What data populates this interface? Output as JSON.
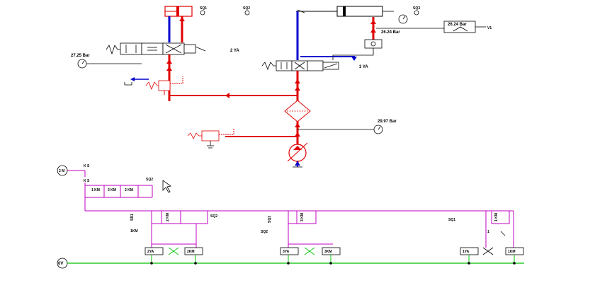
{
  "colors": {
    "pressure": "#e00000",
    "return": "#0000cc",
    "electric": "#c000c0",
    "zero_volt": "#00c000",
    "symbol": "#000000",
    "gauge_face": "#ffffff"
  },
  "hydraulic": {
    "cylinder_left": {
      "sensors": [
        "SQ1",
        "SQ2"
      ]
    },
    "cylinder_right": {
      "sensor": "SQ3"
    },
    "valve_left": {
      "solenoid": "2 YA"
    },
    "valve_right": {
      "solenoid": "3 YA"
    },
    "gauges": {
      "left_valve": "27.25 Bar",
      "pressure_switch_upper": "26.24 Bar",
      "pressure_switch_lower": "26.24 Bar",
      "pump": "29.97 Bar"
    },
    "pressure_switch_label": "V1"
  },
  "electrical": {
    "power_switch": "2 M",
    "labels": {
      "ks_top": "K S",
      "ks_bottom": "K S",
      "contact_1": "1 KM",
      "contact_2": "3 KM",
      "contact_3": "2 KM",
      "sq2_top": "SQ2",
      "sq2_rung1": "SQ2",
      "sb1": "SB1",
      "km2_rung1": "2 KM",
      "km1_rung1": "1KM",
      "sq3": "SQ3",
      "km3_rung2": "3 KM",
      "sq2_rung2": "SQ2",
      "sq1_rung3": "SQ1",
      "km1_rung3": "1 KM",
      "one_rung3": "1"
    },
    "coils": {
      "rung1_a": "2YA",
      "rung1_b": "2KM",
      "rung2_a": "3YA",
      "rung2_b": "3KM",
      "rung3_a": "1YA",
      "rung3_b": "1KM"
    },
    "rail_label": "0V"
  }
}
